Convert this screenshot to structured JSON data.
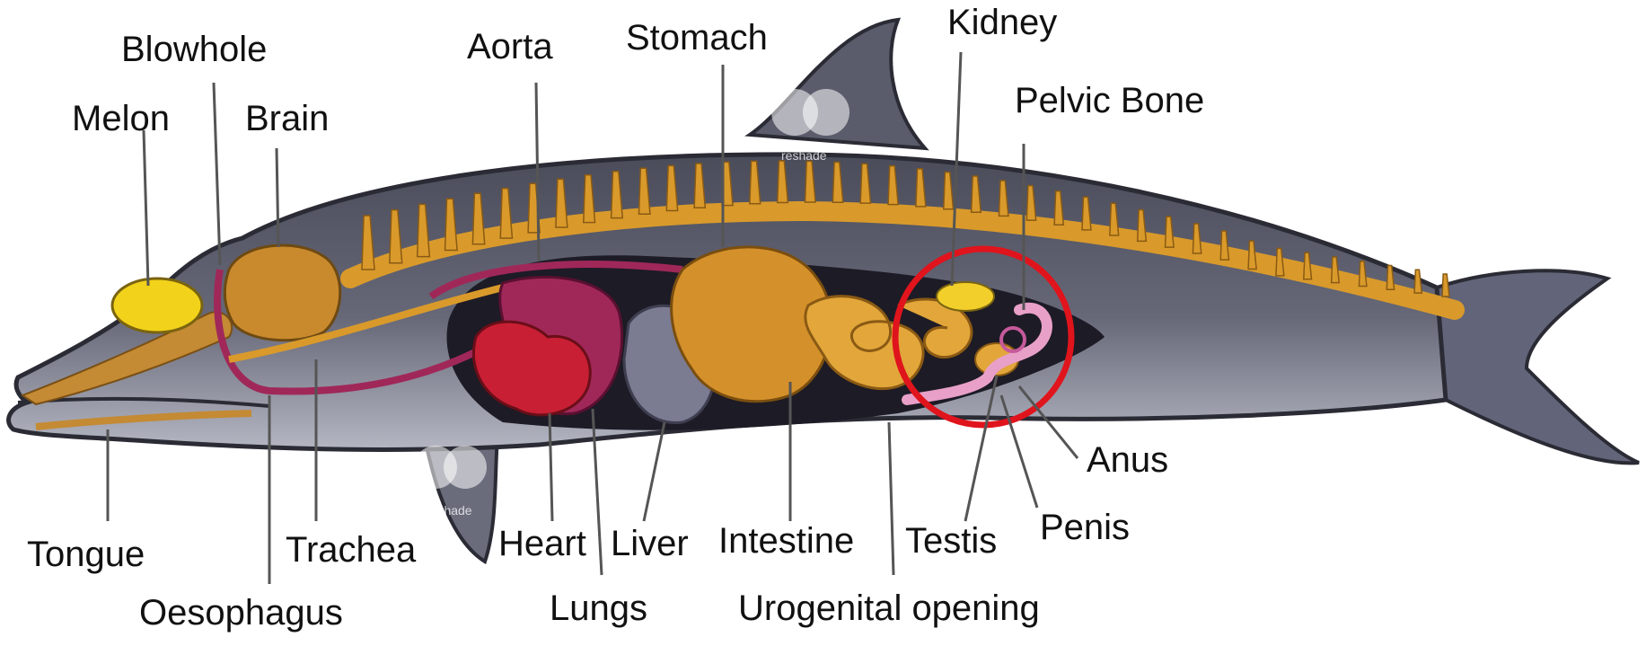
{
  "diagram": {
    "labels": {
      "blowhole": "Blowhole",
      "melon": "Melon",
      "brain": "Brain",
      "aorta": "Aorta",
      "stomach": "Stomach",
      "kidney": "Kidney",
      "pelvic_bone": "Pelvic Bone",
      "tongue": "Tongue",
      "oesophagus": "Oesophagus",
      "trachea": "Trachea",
      "heart": "Heart",
      "lungs": "Lungs",
      "liver": "Liver",
      "intestine": "Intestine",
      "testis": "Testis",
      "urogenital_opening": "Urogenital opening",
      "penis": "Penis",
      "anus": "Anus"
    },
    "watermark": "reshade",
    "colors": {
      "body": "#5f6170",
      "belly": "#a9abb8",
      "outline": "#2a2b34",
      "bone": "#d99a2b",
      "melon": "#f2d21a",
      "brain": "#c98a2e",
      "heart": "#c81f35",
      "lungs": "#a02859",
      "liver": "#7b7b92",
      "stomach": "#d4902a",
      "intestine": "#e2a63a",
      "kidney": "#f2cf2a",
      "penis": "#e8a0c8",
      "cavity": "#1d1b25",
      "highlight_circle": "#e0141c",
      "leader": "#555555"
    }
  }
}
